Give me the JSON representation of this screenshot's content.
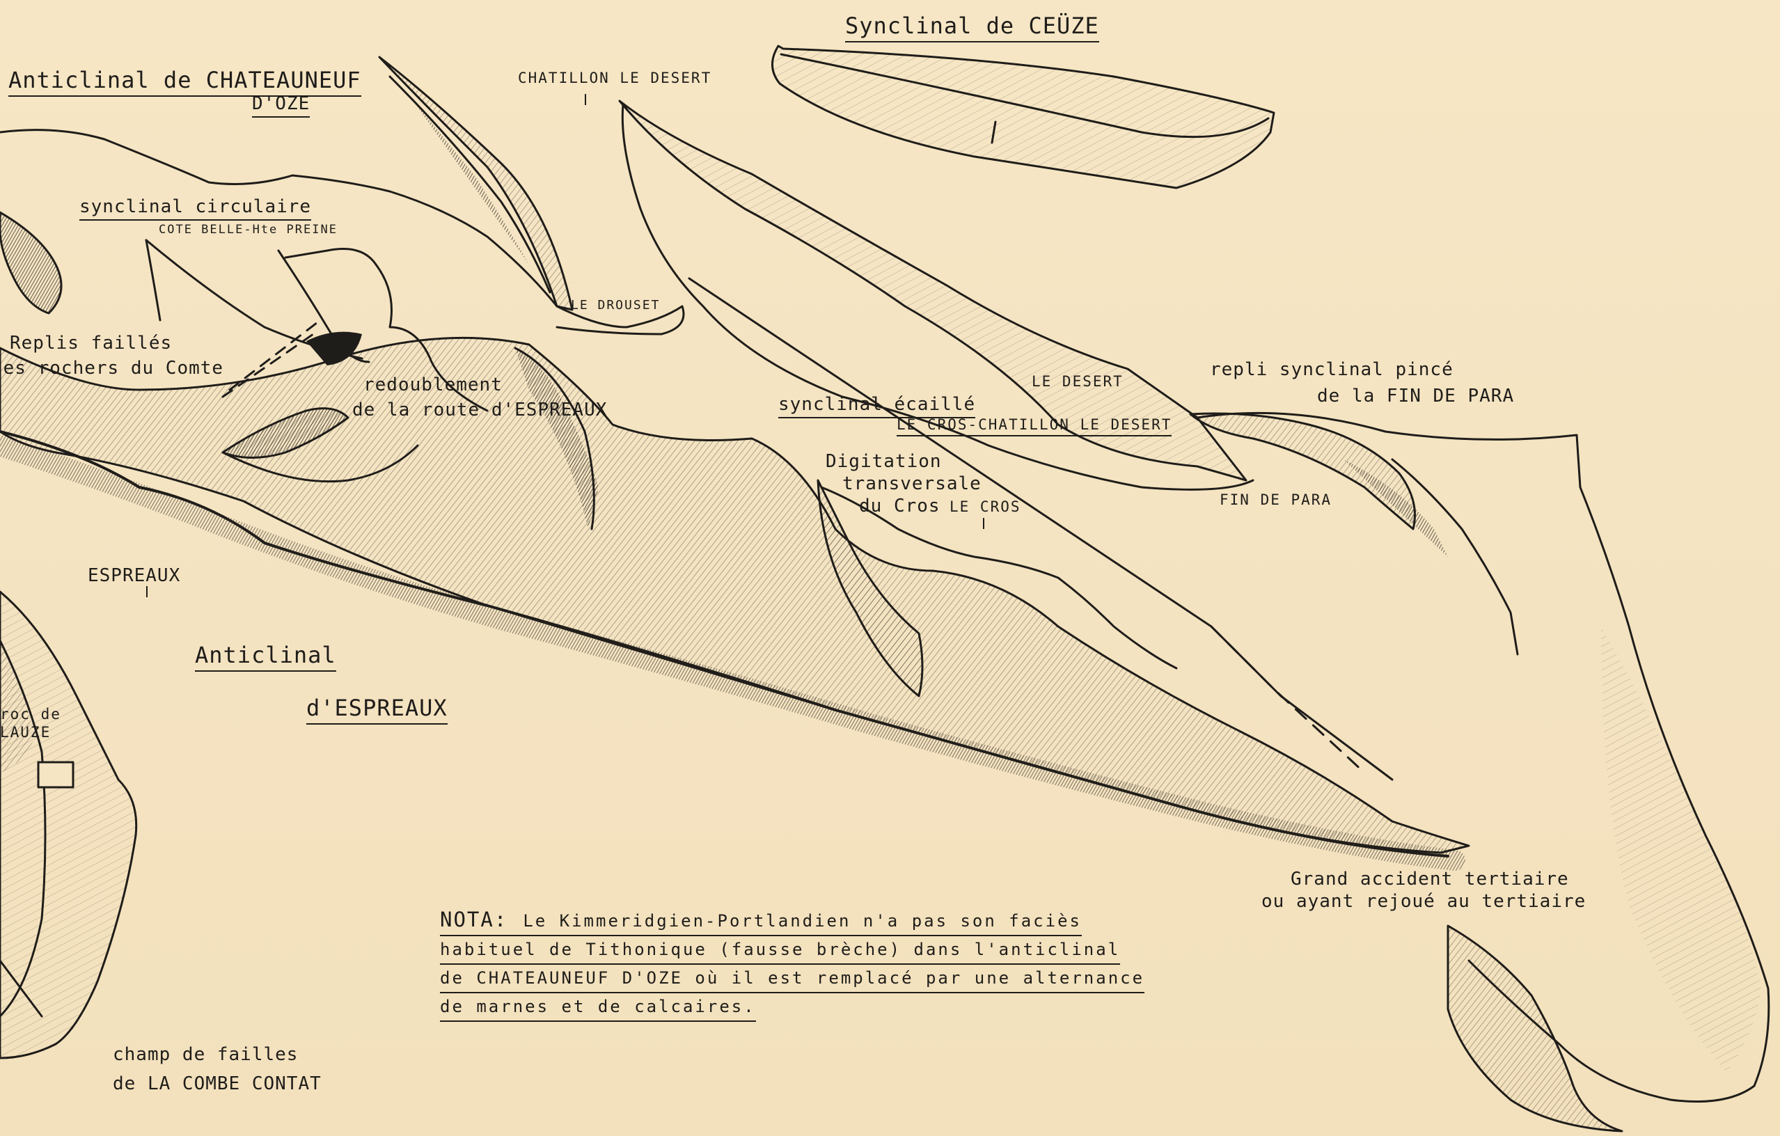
{
  "labels": {
    "anticlinal_chateauneuf_1": "Anticlinal de CHATEAUNEUF",
    "anticlinal_chateauneuf_2": "D'OZE",
    "chatillon_le_desert": "CHATILLON LE DESERT",
    "synclinal_ceuze": "Synclinal de CEÜZE",
    "synclinal_circulaire": "synclinal circulaire",
    "cote_belle": "COTE BELLE-Hte PREINE",
    "le_drouset": "LE DROUSET",
    "replis_failles_1": "Replis faillés",
    "replis_failles_2": "des rochers du Comte",
    "redoublement_1": "redoublement",
    "redoublement_2": "de la route d'ESPREAUX",
    "le_desert": "LE DESERT",
    "repli_synclinal_1": "repli synclinal pincé",
    "repli_synclinal_2": "de la FIN DE PARA",
    "synclinal_ecaille": "synclinal écaillé",
    "le_cros_chatillon": "LE CROS-CHATILLON LE DESERT",
    "digitation_1": "Digitation",
    "digitation_2": "transversale",
    "digitation_3": "du Cros",
    "le_cros": "LE CROS",
    "fin_de_para": "FIN DE PARA",
    "espreaux": "ESPREAUX",
    "anticlinal_espreaux_1": "Anticlinal",
    "anticlinal_espreaux_2": "d'ESPREAUX",
    "roc_de_lauze_1": "roc de",
    "roc_de_lauze_2": "LAUZE",
    "grand_accident_1": "Grand accident tertiaire",
    "grand_accident_2": "ou ayant rejoué au tertiaire",
    "champ_failles_1": "champ de failles",
    "champ_failles_2": "de LA COMBE CONTAT"
  },
  "nota": {
    "head": "NOTA:",
    "line1": "Le Kimmeridgien-Portlandien n'a pas son faciès",
    "line2": "habituel de Tithonique (fausse brèche) dans l'anticlinal",
    "line3": "de CHATEAUNEUF D'OZE où il est remplacé par une alternance",
    "line4": "de marnes et de calcaires."
  },
  "colors": {
    "paper": "#f5e5c3",
    "ink": "#1f1d1a",
    "shade": "#3b352c"
  }
}
